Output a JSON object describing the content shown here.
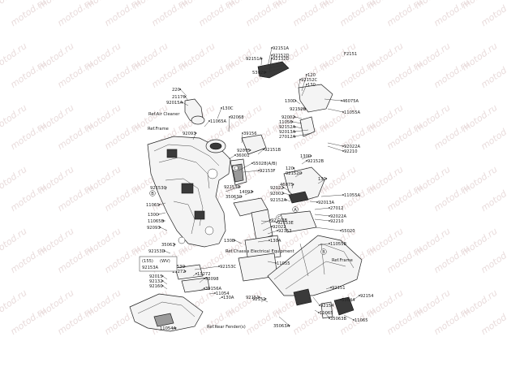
{
  "diagram": {
    "code": "F2151",
    "watermark": "motod.ru",
    "refs": {
      "air_cleaner": "Ref.Air Cleaner",
      "frame_top": "Ref.Frame",
      "frame_right": "Ref.Frame",
      "chassis_electrical": "Ref.Chassis Electrical Equipment",
      "rear_fender": "Ref.Rear Fender(s)"
    },
    "model_box": {
      "line1": "(155)",
      "line2": "(WV)",
      "code": "92153A"
    },
    "circle_markers": [
      "B",
      "A",
      "B",
      "C",
      "C"
    ],
    "labels": [
      "92151A",
      "92151A",
      "92152D",
      "92132D",
      "53029",
      "120",
      "92152C",
      "130",
      "46075A",
      "130D",
      "92152B",
      "11055A",
      "92002",
      "11056",
      "92152A",
      "92013A",
      "27012A",
      "92022A",
      "92210",
      "130D",
      "92152B",
      "120",
      "92152C",
      "130",
      "46075",
      "11055A",
      "92002",
      "92013A",
      "92152A",
      "27012",
      "92022A",
      "92210",
      "92022",
      "92153",
      "92153B",
      "55020",
      "130A",
      "11055B",
      "130B",
      "11055",
      "92154",
      "92151",
      "53044",
      "92154",
      "11065",
      "11065",
      "35063B",
      "35063A",
      "92151",
      "220",
      "21176",
      "92015A",
      "130C",
      "11065A",
      "92068",
      "92093",
      "39156",
      "92075",
      "36001",
      "92151B",
      "55028(A/B)",
      "92153F",
      "92153D",
      "35063C",
      "14093",
      "92153E",
      "92153C",
      "11061",
      "130C",
      "11065B",
      "92093",
      "35063",
      "92153D",
      "92153C",
      "13272",
      "92153C",
      "53098",
      "13272",
      "39156A",
      "92015",
      "92132",
      "92160",
      "11054",
      "130A",
      "11054A",
      "92151",
      "92022"
    ]
  }
}
